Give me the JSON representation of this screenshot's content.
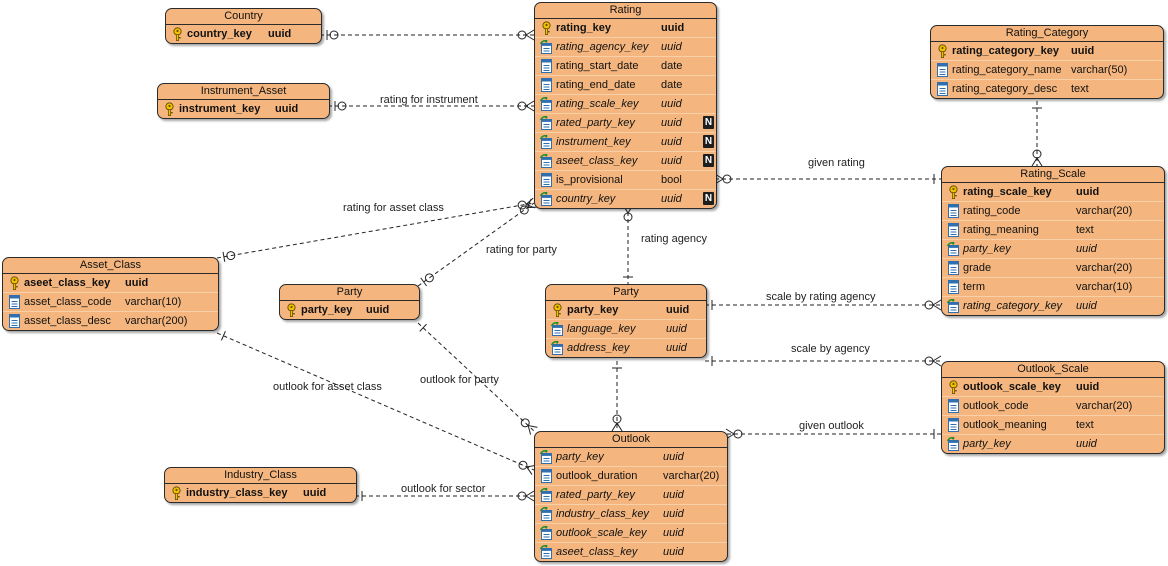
{
  "entities": {
    "country": {
      "name": "Country",
      "rows": [
        {
          "col": "country_key",
          "type": "uuid",
          "kind": "pk"
        }
      ]
    },
    "instrument_asset": {
      "name": "Instrument_Asset",
      "rows": [
        {
          "col": "instrument_key",
          "type": "uuid",
          "kind": "pk"
        }
      ]
    },
    "rating": {
      "name": "Rating",
      "rows": [
        {
          "col": "rating_key",
          "type": "uuid",
          "kind": "pk",
          "nullable": false
        },
        {
          "col": "rating_agency_key",
          "type": "uuid",
          "kind": "fk",
          "nullable": false
        },
        {
          "col": "rating_start_date",
          "type": "date",
          "kind": "col",
          "nullable": false
        },
        {
          "col": "rating_end_date",
          "type": "date",
          "kind": "col",
          "nullable": false
        },
        {
          "col": "rating_scale_key",
          "type": "uuid",
          "kind": "fk",
          "nullable": false
        },
        {
          "col": "rated_party_key",
          "type": "uuid",
          "kind": "fk",
          "nullable": true
        },
        {
          "col": "instrument_key",
          "type": "uuid",
          "kind": "fk",
          "nullable": true
        },
        {
          "col": "aseet_class_key",
          "type": "uuid",
          "kind": "fk",
          "nullable": true
        },
        {
          "col": "is_provisional",
          "type": "bool",
          "kind": "col",
          "nullable": false
        },
        {
          "col": "country_key",
          "type": "uuid",
          "kind": "fk",
          "nullable": true
        }
      ],
      "null_marker": "N"
    },
    "rating_category": {
      "name": "Rating_Category",
      "rows": [
        {
          "col": "rating_category_key",
          "type": "uuid",
          "kind": "pk"
        },
        {
          "col": "rating_category_name",
          "type": "varchar(50)",
          "kind": "col"
        },
        {
          "col": "rating_category_desc",
          "type": "text",
          "kind": "col"
        }
      ]
    },
    "rating_scale": {
      "name": "Rating_Scale",
      "rows": [
        {
          "col": "rating_scale_key",
          "type": "uuid",
          "kind": "pk"
        },
        {
          "col": "rating_code",
          "type": "varchar(20)",
          "kind": "col"
        },
        {
          "col": "rating_meaning",
          "type": "text",
          "kind": "col"
        },
        {
          "col": "party_key",
          "type": "uuid",
          "kind": "fk"
        },
        {
          "col": "grade",
          "type": "varchar(20)",
          "kind": "col"
        },
        {
          "col": "term",
          "type": "varchar(10)",
          "kind": "col"
        },
        {
          "col": "rating_category_key",
          "type": "uuid",
          "kind": "fk"
        }
      ]
    },
    "asset_class": {
      "name": "Asset_Class",
      "rows": [
        {
          "col": "aseet_class_key",
          "type": "uuid",
          "kind": "pk"
        },
        {
          "col": "asset_class_code",
          "type": "varchar(10)",
          "kind": "col"
        },
        {
          "col": "asset_class_desc",
          "type": "varchar(200)",
          "kind": "col"
        }
      ]
    },
    "party_left": {
      "name": "Party",
      "rows": [
        {
          "col": "party_key",
          "type": "uuid",
          "kind": "pk"
        }
      ]
    },
    "party_center": {
      "name": "Party",
      "rows": [
        {
          "col": "party_key",
          "type": "uuid",
          "kind": "pk"
        },
        {
          "col": "language_key",
          "type": "uuid",
          "kind": "fk"
        },
        {
          "col": "address_key",
          "type": "uuid",
          "kind": "fk"
        }
      ]
    },
    "outlook_scale": {
      "name": "Outlook_Scale",
      "rows": [
        {
          "col": "outlook_scale_key",
          "type": "uuid",
          "kind": "pk"
        },
        {
          "col": "outlook_code",
          "type": "varchar(20)",
          "kind": "col"
        },
        {
          "col": "outlook_meaning",
          "type": "text",
          "kind": "col"
        },
        {
          "col": "party_key",
          "type": "uuid",
          "kind": "fk"
        }
      ]
    },
    "outlook": {
      "name": "Outlook",
      "rows": [
        {
          "col": "party_key",
          "type": "uuid",
          "kind": "fk"
        },
        {
          "col": "outlook_duration",
          "type": "varchar(20)",
          "kind": "col"
        },
        {
          "col": "rated_party_key",
          "type": "uuid",
          "kind": "fk"
        },
        {
          "col": "industry_class_key",
          "type": "uuid",
          "kind": "fk"
        },
        {
          "col": "outlook_scale_key",
          "type": "uuid",
          "kind": "fk"
        },
        {
          "col": "aseet_class_key",
          "type": "uuid",
          "kind": "fk"
        }
      ]
    },
    "industry_class": {
      "name": "Industry_Class",
      "rows": [
        {
          "col": "industry_class_key",
          "type": "uuid",
          "kind": "pk"
        }
      ]
    }
  },
  "relationships": {
    "rating_for_instrument": "rating for instrument",
    "given_rating": "given rating",
    "rating_for_asset_class": "rating for asset class",
    "rating_for_party": "rating for party",
    "rating_agency": "rating agency",
    "scale_by_rating_agency": "scale by rating agency",
    "scale_by_agency": "scale by agency",
    "outlook_for_asset_class": "outlook for asset class",
    "outlook_for_party": "outlook for party",
    "given_outlook": "given outlook",
    "outlook_for_sector": "outlook for sector"
  },
  "colors": {
    "entity_fill": "#f4b67e",
    "border": "#2b2b2b",
    "line": "#222222"
  }
}
